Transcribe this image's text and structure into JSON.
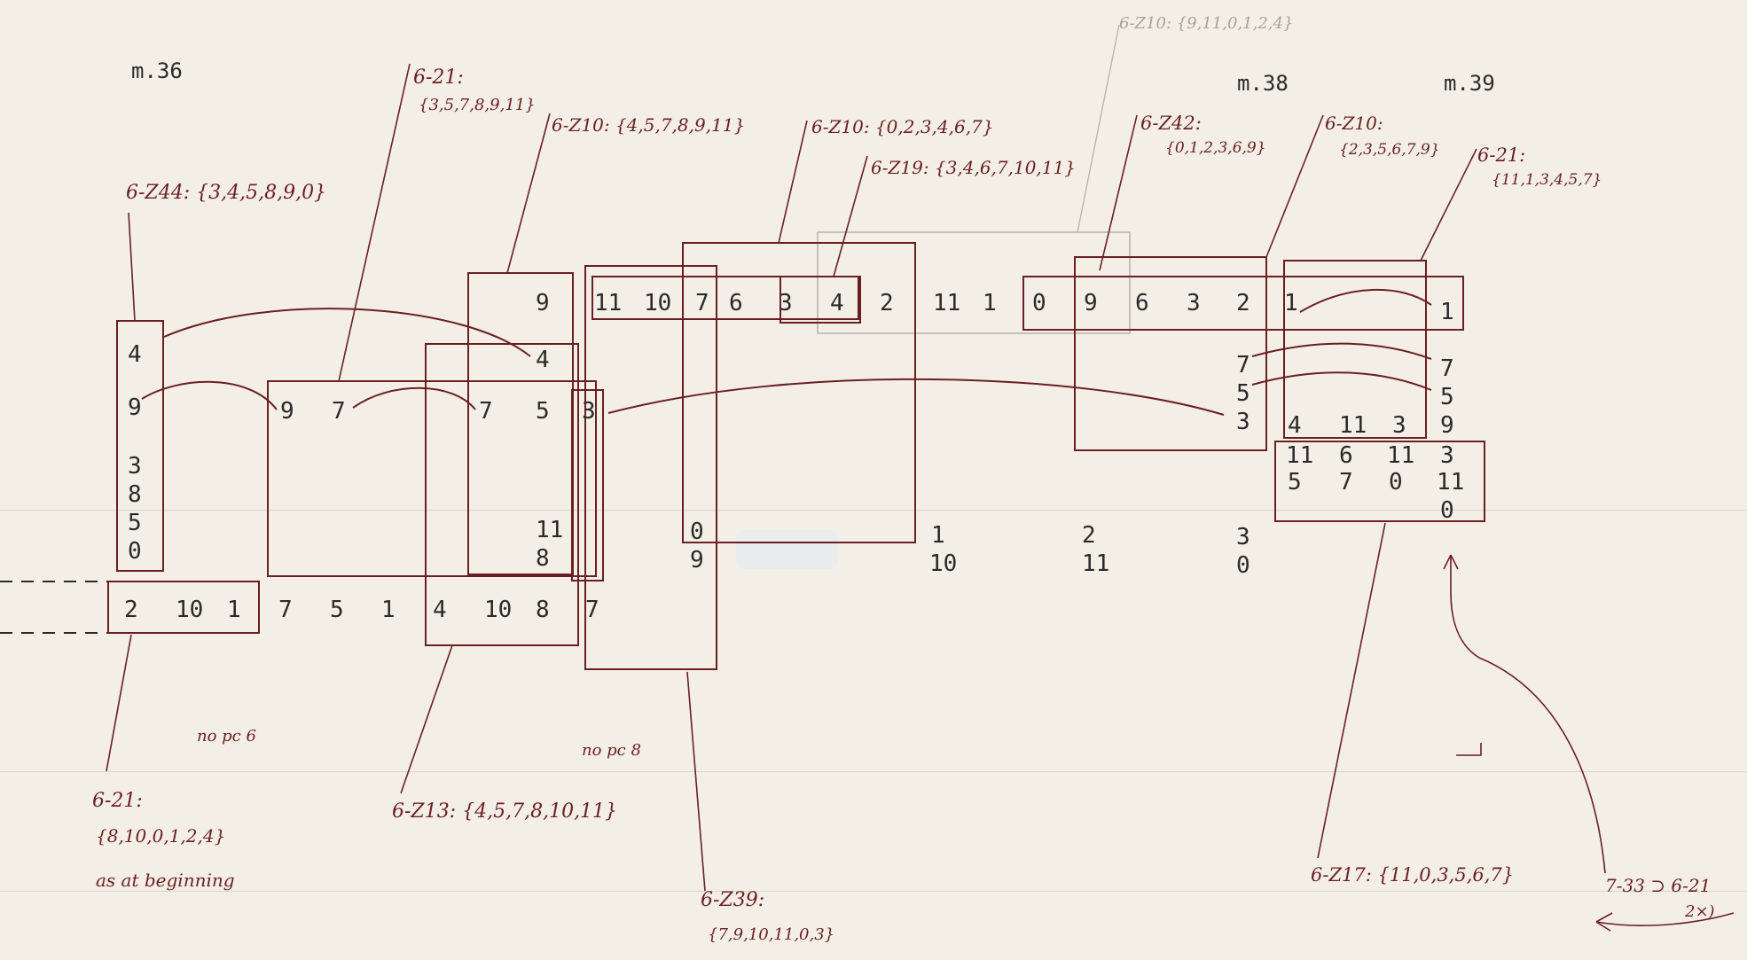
{
  "measures": {
    "m36": "m.36",
    "m38": "m.38",
    "m39": "m.39"
  },
  "sets": {
    "z44": "6-Z44: {3,4,5,8,9,0}",
    "s21a_line1": "6-21:",
    "s21a_line2": "{3,5,7,8,9,11}",
    "z10a": "6-Z10: {4,5,7,8,9,11}",
    "z10b": "6-Z10: {0,2,3,4,6,7}",
    "z19": "6-Z19: {3,4,6,7,10,11}",
    "z10c": "6-Z10: {9,11,0,1,2,4}",
    "z42_line1": "6-Z42:",
    "z42_line2": "{0,1,2,3,6,9}",
    "z10d_line1": "6-Z10:",
    "z10d_line2": "{2,3,5,6,7,9}",
    "s21b_line1": "6-21:",
    "s21b_line2": "{11,1,3,4,5,7}",
    "s21c_line1": "6-21:",
    "s21c_line2": "{8,10,0,1,2,4}",
    "s21c_line3": "as at beginning",
    "z13": "6-Z13: {4,5,7,8,10,11}",
    "z39_line1": "6-Z39:",
    "z39_line2": "{7,9,10,11,0,3}",
    "z17": "6-Z17: {11,0,3,5,6,7}",
    "s733": "7-33 ⊃ 6-21",
    "s733b": "2×)"
  },
  "notes": {
    "no_pc6": "no pc 6",
    "no_pc8": "no pc 8"
  },
  "grid": {
    "colA": [
      "4",
      "9",
      "3",
      "8",
      "5",
      "0"
    ],
    "bottom_row": [
      "2",
      "10",
      "1",
      "7",
      "5",
      "1",
      "4",
      "10",
      "8",
      "7"
    ],
    "row_9_7": [
      "9",
      "7",
      "7",
      "5",
      "3"
    ],
    "col_mid": [
      "9",
      "4",
      "11",
      "8"
    ],
    "top_row": [
      "11",
      "10",
      "7",
      "6",
      "3",
      "4",
      "2",
      "11",
      "1",
      "0",
      "9",
      "6",
      "3",
      "2",
      "1"
    ],
    "right_col_a": [
      "7",
      "5",
      "3"
    ],
    "right_col_b": [
      "1",
      "7",
      "5",
      "9"
    ],
    "row_4_11_3": [
      "4",
      "11",
      "3"
    ],
    "block_row1": [
      "11",
      "6",
      "11",
      "3"
    ],
    "block_row2": [
      "5",
      "7",
      "0",
      "11"
    ],
    "block_row3": [
      "0"
    ],
    "lower_row1": [
      "0",
      "1",
      "2",
      "3"
    ],
    "lower_row2": [
      "9",
      "10",
      "11",
      "0"
    ]
  }
}
